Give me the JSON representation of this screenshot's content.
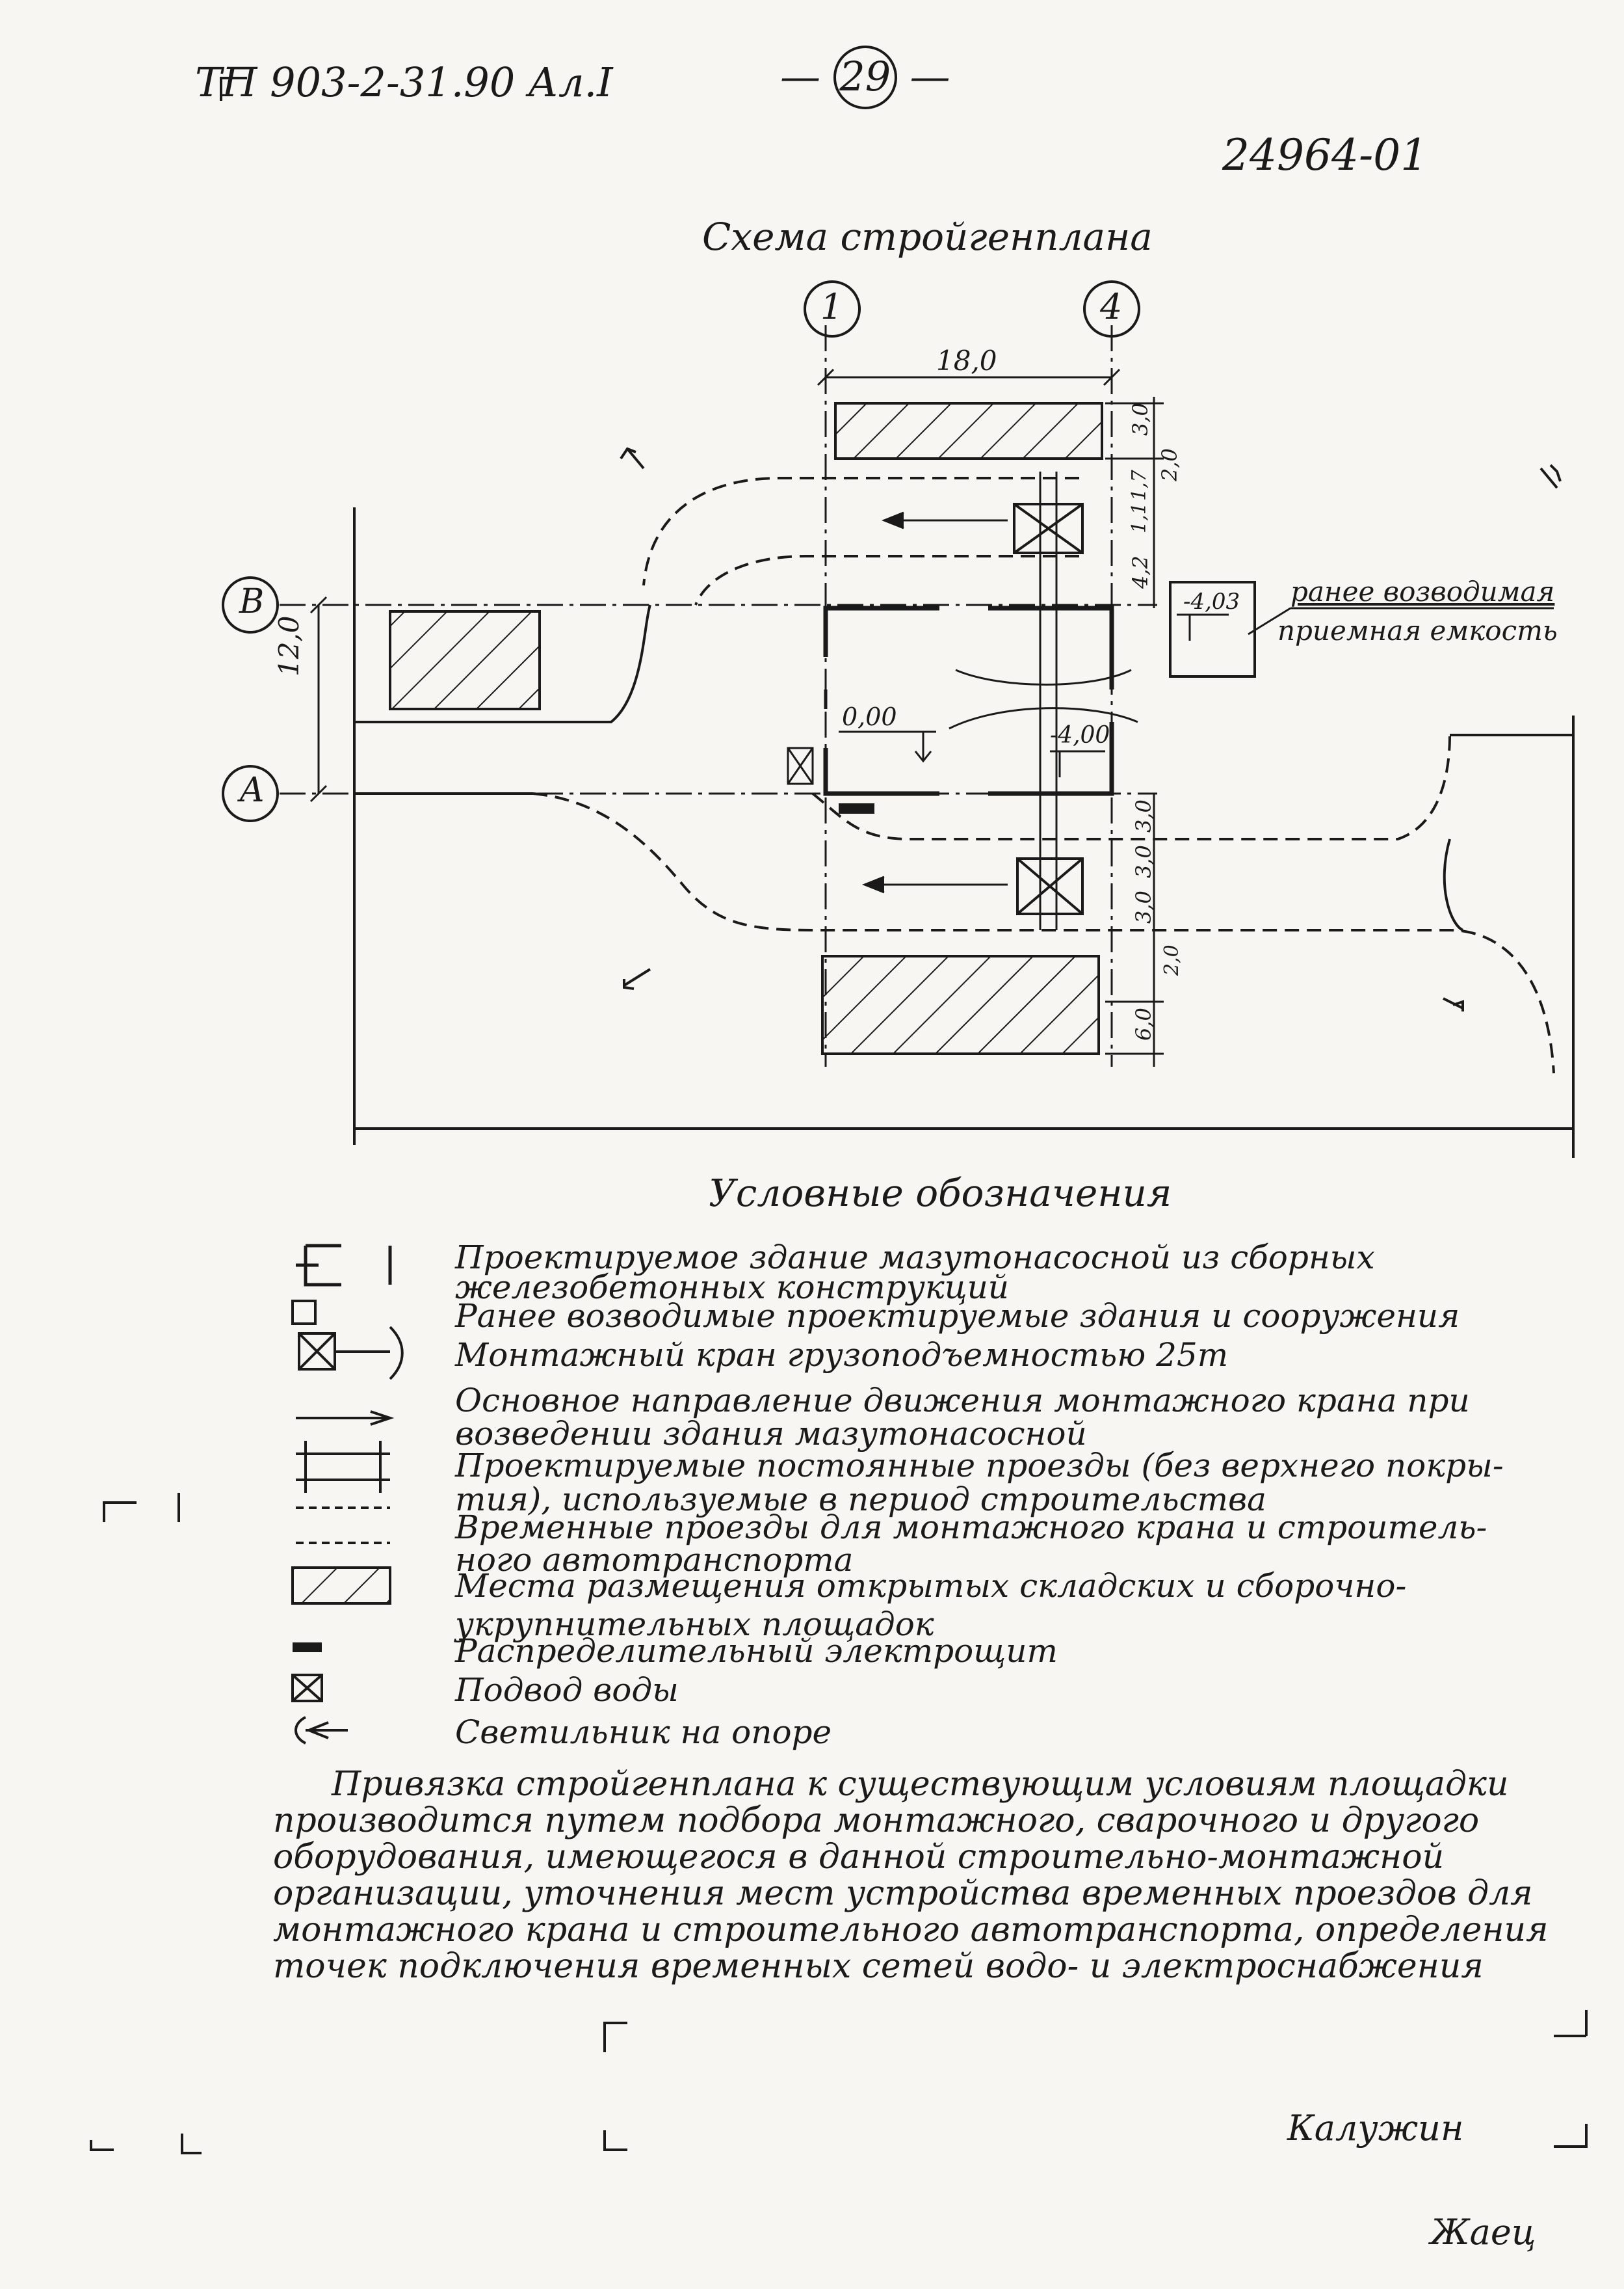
{
  "header": {
    "doc_code": "ТП 903-2-31.90  Ал.I",
    "page_number": "29",
    "sheet_number": "24964-01"
  },
  "plan": {
    "title": "Схема стройгенплана",
    "axis_1": "1",
    "axis_4": "4",
    "axis_b": "В",
    "axis_a": "А",
    "dim_span": "18,0",
    "dim_side": "12,0",
    "dims_top": [
      "3,0",
      "2,0",
      "1,7",
      "1,1",
      "4,2"
    ],
    "dims_bottom": [
      "3,0",
      "3,0",
      "3,0",
      "2,0",
      "6,0"
    ],
    "level_floor": "0,00",
    "level_pit": "-4,00",
    "level_tank": "-4,03",
    "tank_label": [
      "ранее возводимая",
      "приемная емкость"
    ]
  },
  "legend": {
    "title": "Условные обозначения",
    "items": [
      {
        "id": "building",
        "text": [
          "Проектируемое здание мазутонасосной из сборных",
          "железобетонных конструкций"
        ]
      },
      {
        "id": "previous",
        "text": [
          "Ранее возводимые проектируемые здания и сооружения"
        ]
      },
      {
        "id": "crane",
        "text": [
          "Монтажный кран грузоподъемностью 25т"
        ]
      },
      {
        "id": "crane-path",
        "text": [
          "Основное направление движения монтажного крана при",
          "возведении здания мазутонасосной"
        ]
      },
      {
        "id": "permanent-road",
        "text": [
          "Проектируемые постоянные проезды (без верхнего покры-",
          "тия), используемые в период строительства"
        ]
      },
      {
        "id": "temporary-road",
        "text": [
          "Временные проезды для монтажного крана и строитель-",
          "ного автотранспорта"
        ]
      },
      {
        "id": "storage",
        "text": [
          "Места размещения открытых складских и сборочно-",
          "укрупнительных площадок"
        ]
      },
      {
        "id": "switchboard",
        "text": [
          "Распределительный электрощит"
        ]
      },
      {
        "id": "water",
        "text": [
          "Подвод воды"
        ]
      },
      {
        "id": "lamp",
        "text": [
          "Светильник на опоре"
        ]
      }
    ]
  },
  "note": "Привязка стройгенплана к существующим условиям площадки производится путем подбора монтажного, сварочного и другого оборудования, имеющегося в данной строительно-монтажной организации, уточнения мест устройства временных проездов для монтажного крана и строительного автотранспорта, определения точек подключения временных сетей водо- и электроснабжения",
  "signatures": {
    "sign": "Калужин",
    "initials": "Жаец"
  }
}
